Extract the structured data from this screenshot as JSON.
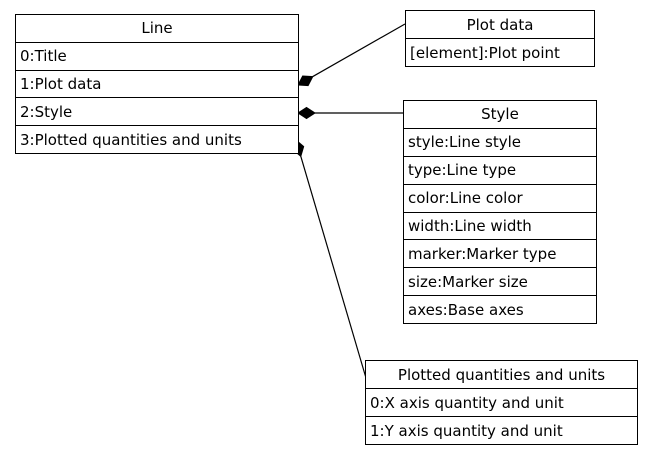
{
  "diagram": {
    "colors": {
      "background": "#ffffff",
      "stroke": "#000000",
      "text": "#000000"
    },
    "boxes": [
      {
        "title": "Line",
        "rows": [
          "0:Title",
          "1:Plot data",
          "2:Style",
          "3:Plotted quantities and units"
        ]
      },
      {
        "title": "Plot data",
        "rows": [
          "[element]:Plot point"
        ]
      },
      {
        "title": "Style",
        "rows": [
          "style:Line style",
          "type:Line type",
          "color:Line color",
          "width:Line width",
          "marker:Marker type",
          "size:Marker size",
          "axes:Base axes"
        ]
      },
      {
        "title": "Plotted quantities and units",
        "rows": [
          "0:X axis quantity and unit",
          "1:Y axis quantity and unit"
        ]
      }
    ],
    "connectors": [
      {
        "from": "Line",
        "to": "Plot data",
        "type": "composition-diamond"
      },
      {
        "from": "Line",
        "to": "Style",
        "type": "composition-diamond"
      },
      {
        "from": "Line",
        "to": "Plotted quantities and units",
        "type": "composition-diamond"
      }
    ]
  }
}
